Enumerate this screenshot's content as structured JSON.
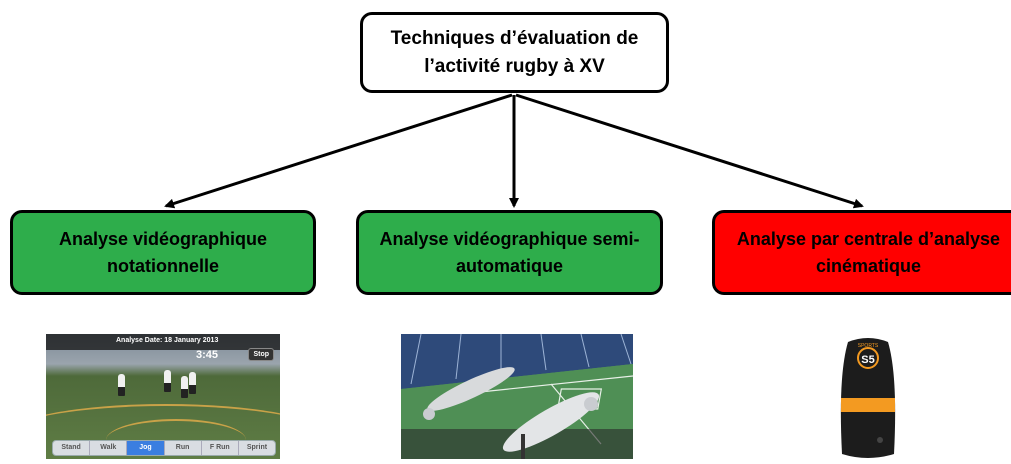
{
  "root": {
    "label": "Techniques d’évaluation de\nl’activité rugby à XV"
  },
  "branches": [
    {
      "label": "Analyse vidéographique\nnotationnelle",
      "color": "#2ead4b"
    },
    {
      "label": "Analyse vidéographique semi-\nautomatique",
      "color": "#2ead4b"
    },
    {
      "label": "Analyse par centrale d’analyse\ncinématique",
      "color": "#ff0000"
    }
  ],
  "photo1": {
    "analysis_date": "Analyse Date: 18 January 2013",
    "timer": "3:45",
    "stop_label": "Stop",
    "segments": [
      "Stand",
      "Walk",
      "Jog",
      "Run",
      "F Run",
      "Sprint"
    ],
    "active_segment": "Jog"
  },
  "device": {
    "brand": "SPORTS",
    "model": "S5",
    "band_color": "#f39a21"
  }
}
